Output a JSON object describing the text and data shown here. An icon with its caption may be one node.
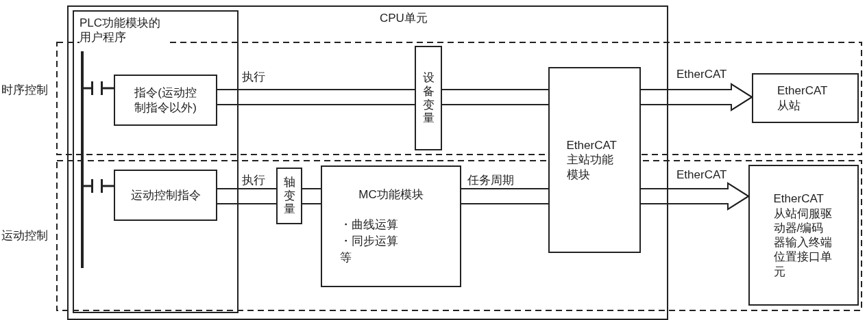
{
  "diagram": {
    "nodes": [
      {
        "text": [
          "CPU单元"
        ]
      },
      {
        "text": [
          "PLC功能模块的用户程序"
        ],
        "in": 0
      },
      {
        "text": [
          "指令(运动控制指令以外)"
        ],
        "in": 1
      },
      {
        "text": [
          "设备变量"
        ],
        "in": 0
      },
      {
        "text": [
          "EtherCAT主站功能模块"
        ],
        "in": 0
      },
      {
        "text": [
          "EtherCAT从站"
        ]
      },
      {
        "text": [
          "运动控制指令"
        ],
        "in": 1
      },
      {
        "text": [
          "轴变量"
        ],
        "in": 0
      },
      {
        "text": [
          "MC功能模块",
          "・曲线运算",
          "・同步运算",
          "等"
        ],
        "in": 0
      },
      {
        "text": [
          "EtherCAT从站伺服驱动器/编码器输入终端位置接口单元"
        ]
      },
      {
        "text": [],
        "shape": "bar",
        "in": 1
      },
      {
        "text": [],
        "shape": "contact",
        "in": 1
      },
      {
        "text": [],
        "shape": "contact",
        "in": 1
      }
    ],
    "edges": [
      {
        "from": 2,
        "to": 3,
        "arrow": "none",
        "label": "执行"
      },
      {
        "from": 3,
        "to": 4,
        "arrow": "none"
      },
      {
        "from": 4,
        "to": 5,
        "arrow": "to",
        "label": "EtherCAT"
      },
      {
        "from": 6,
        "to": 7,
        "arrow": "none",
        "label": "执行"
      },
      {
        "from": 7,
        "to": 8,
        "arrow": "none"
      },
      {
        "from": 8,
        "to": 4,
        "arrow": "none",
        "label": "任务周期"
      },
      {
        "from": 4,
        "to": 9,
        "arrow": "to",
        "label": "EtherCAT"
      },
      {
        "from": 10,
        "to": 11,
        "arrow": "none"
      },
      {
        "from": 11,
        "to": 2,
        "arrow": "none"
      },
      {
        "from": 10,
        "to": 12,
        "arrow": "none"
      },
      {
        "from": 12,
        "to": 6,
        "arrow": "none"
      }
    ],
    "labels": [
      "时序控制",
      "运动控制"
    ]
  }
}
